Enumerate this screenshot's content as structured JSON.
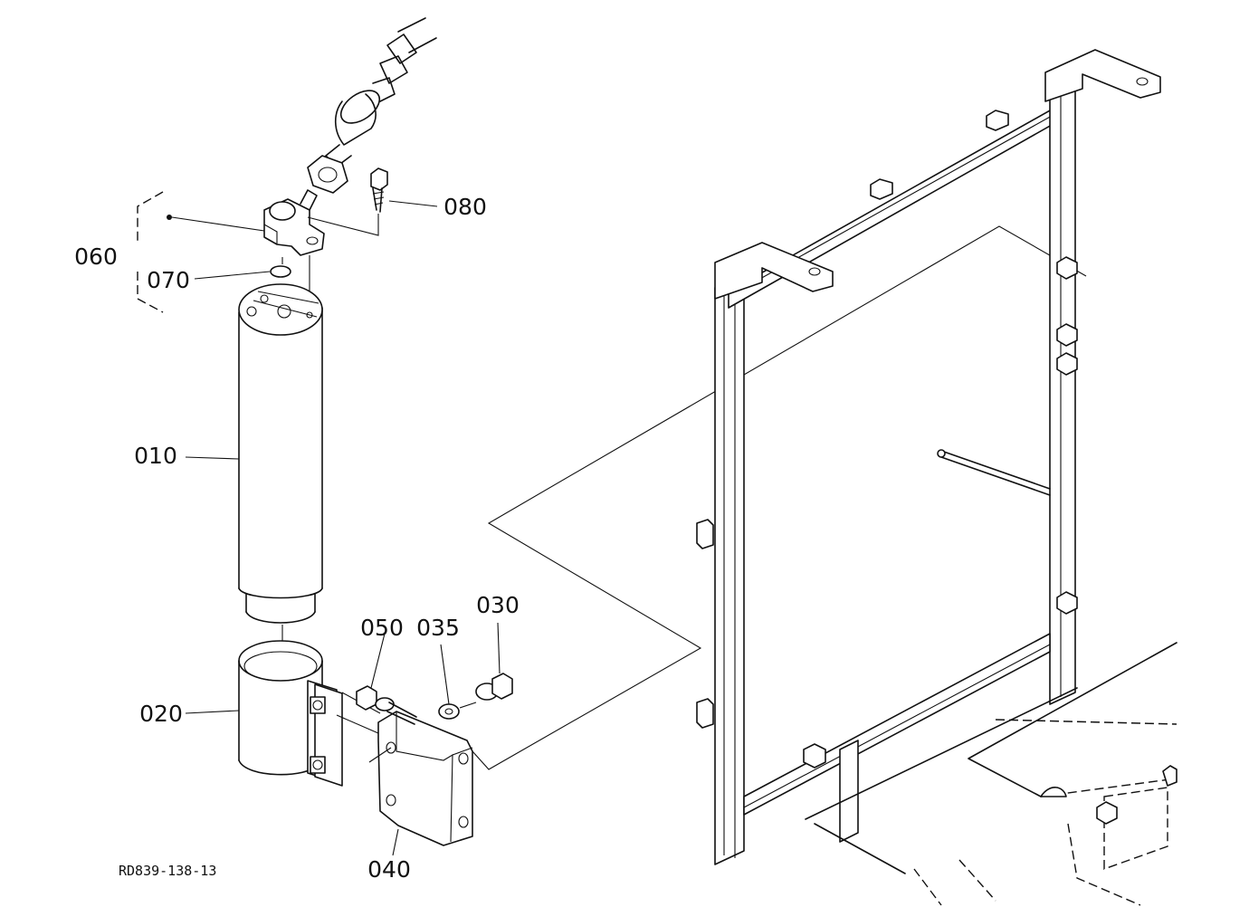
{
  "figure": {
    "reference_code": "RD839-138-13",
    "callouts": [
      {
        "id": "010",
        "label": "010"
      },
      {
        "id": "020",
        "label": "020"
      },
      {
        "id": "030",
        "label": "030"
      },
      {
        "id": "035",
        "label": "035"
      },
      {
        "id": "040",
        "label": "040"
      },
      {
        "id": "050",
        "label": "050"
      },
      {
        "id": "060",
        "label": "060"
      },
      {
        "id": "070",
        "label": "070"
      },
      {
        "id": "080",
        "label": "080"
      }
    ]
  },
  "colors": {
    "ink": "#111111",
    "background": "#ffffff"
  }
}
